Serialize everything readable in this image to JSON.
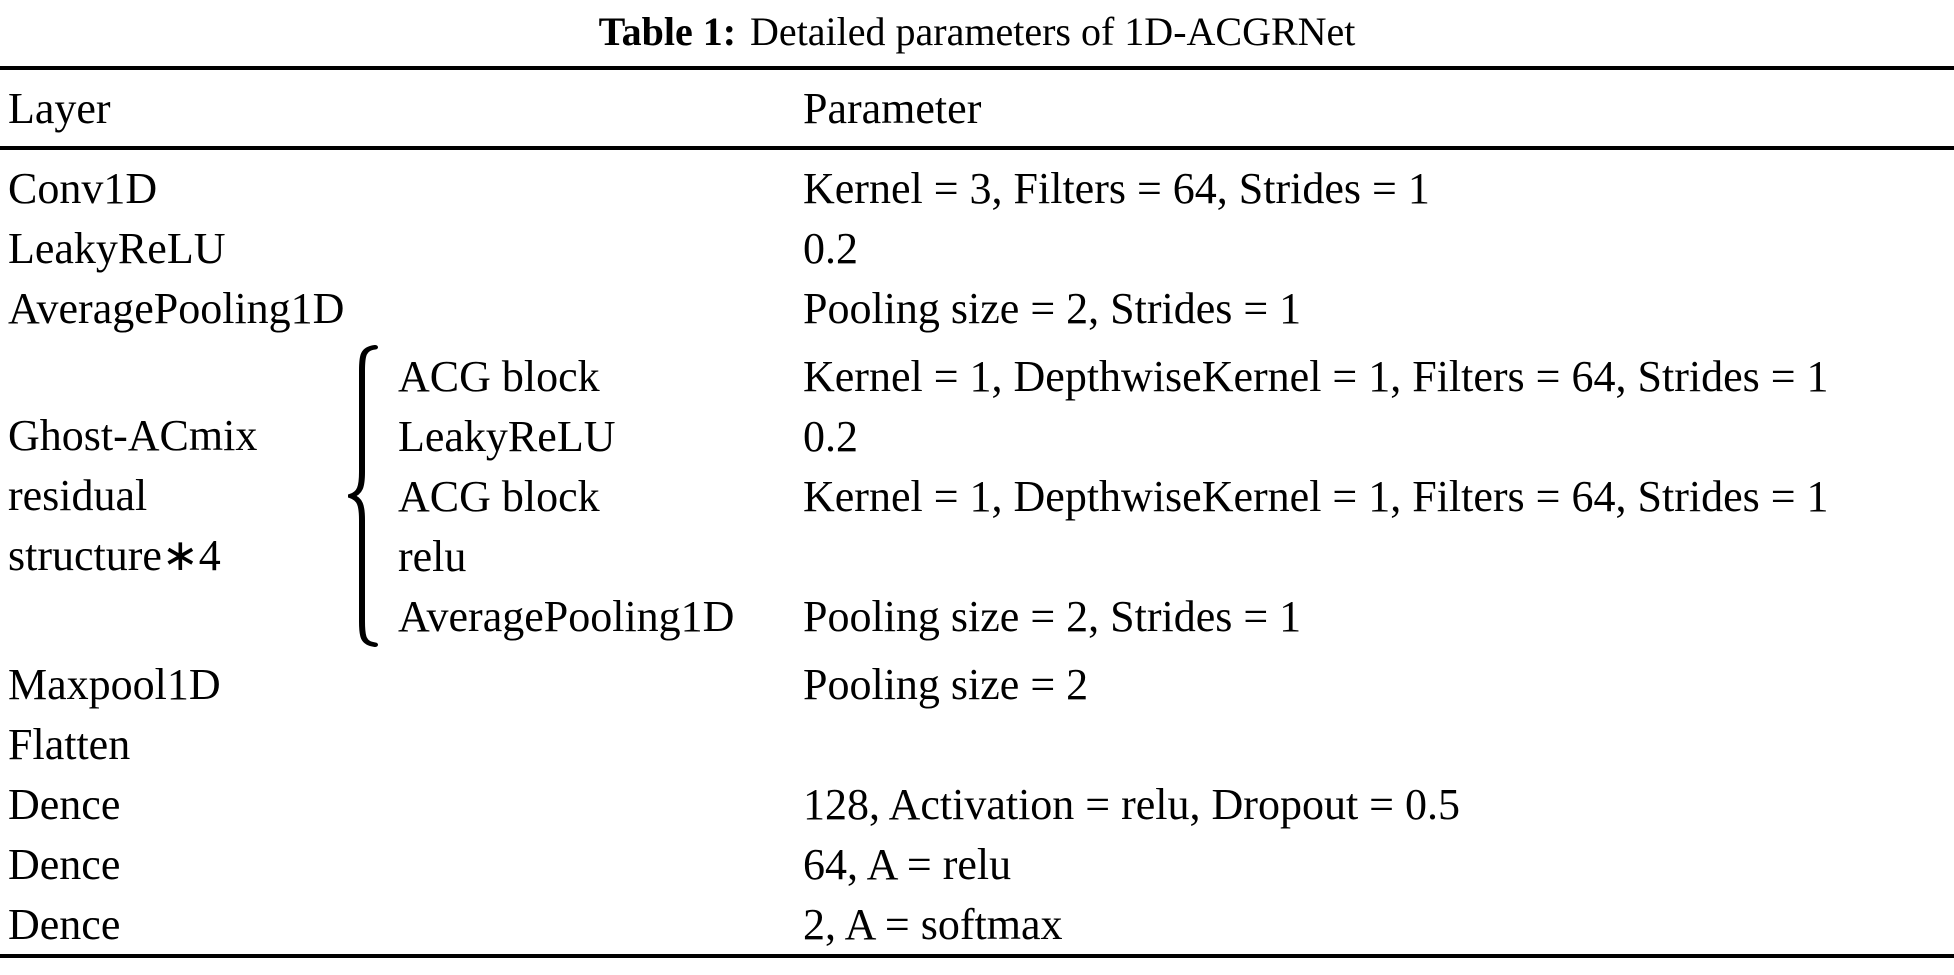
{
  "colors": {
    "text": "#000000",
    "background": "#ffffff",
    "rule": "#000000"
  },
  "caption": {
    "label": "Table 1:",
    "text": "Detailed parameters of 1D-ACGRNet"
  },
  "table": {
    "columns": [
      "Layer",
      "Parameter"
    ],
    "rows_top": [
      {
        "layer": "Conv1D",
        "parameter": "Kernel = 3, Filters = 64, Strides = 1"
      },
      {
        "layer": "LeakyReLU",
        "parameter": "0.2"
      },
      {
        "layer": "AveragePooling1D",
        "parameter": "Pooling size = 2, Strides = 1"
      }
    ],
    "group": {
      "label_lines": [
        "Ghost-ACmix",
        "residual",
        "structure∗4"
      ],
      "brace": "left-curly-brace",
      "rows": [
        {
          "layer": "ACG block",
          "parameter": "Kernel = 1, DepthwiseKernel = 1, Filters = 64, Strides = 1"
        },
        {
          "layer": "LeakyReLU",
          "parameter": "0.2"
        },
        {
          "layer": "ACG block",
          "parameter": "Kernel = 1, DepthwiseKernel = 1, Filters = 64, Strides = 1"
        },
        {
          "layer": "relu",
          "parameter": ""
        },
        {
          "layer": "AveragePooling1D",
          "parameter": "Pooling size = 2, Strides = 1"
        }
      ]
    },
    "rows_bottom": [
      {
        "layer": "Maxpool1D",
        "parameter": "Pooling size = 2"
      },
      {
        "layer": "Flatten",
        "parameter": ""
      },
      {
        "layer": "Dence",
        "parameter": "128, Activation = relu, Dropout = 0.5"
      },
      {
        "layer": "Dence",
        "parameter": "64, A = relu"
      },
      {
        "layer": "Dence",
        "parameter": "2, A = softmax"
      }
    ]
  }
}
